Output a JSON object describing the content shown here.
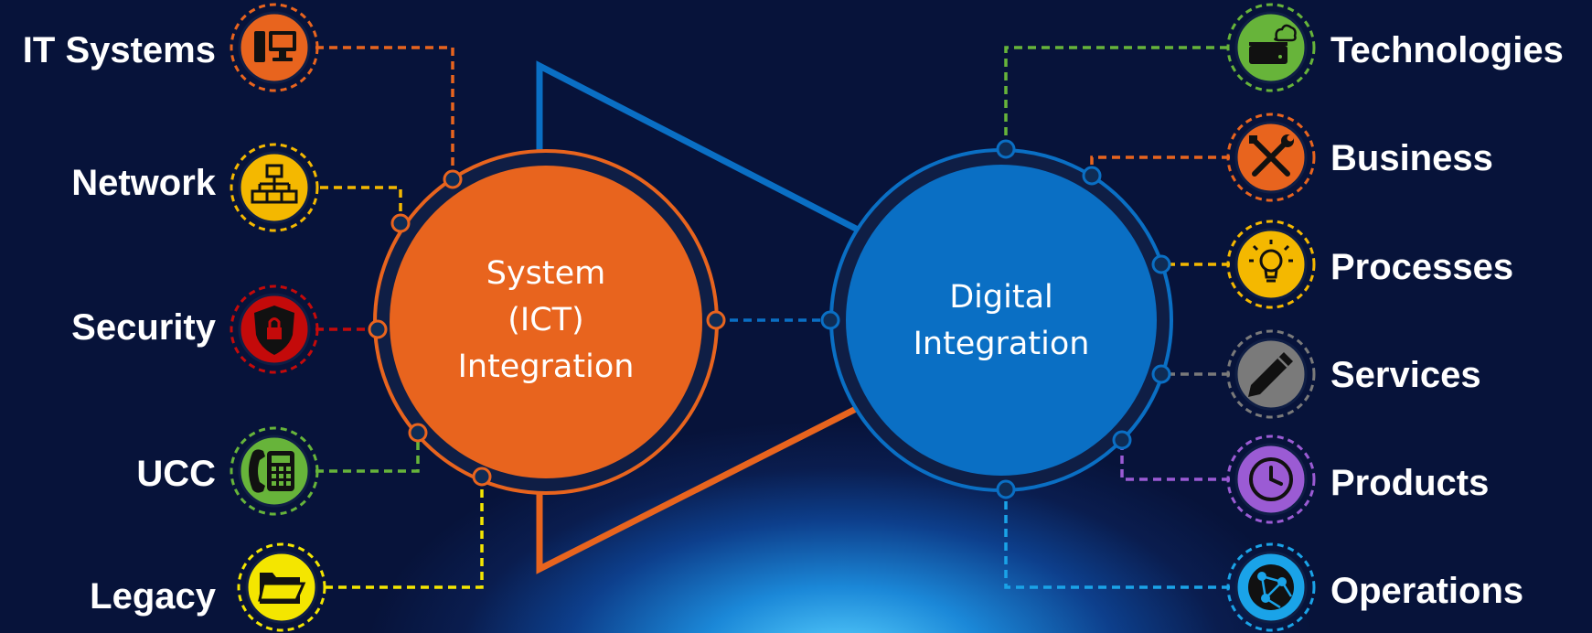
{
  "diagram": {
    "left_hub": {
      "line1": "System",
      "line2": "(ICT)",
      "line3": "Integration",
      "color": "#e8641e"
    },
    "right_hub": {
      "line1": "Digital",
      "line2": "Integration",
      "color": "#0a6fc4"
    },
    "left_items": [
      {
        "label": "IT Systems",
        "icon": "computer-icon",
        "color": "#e8641e"
      },
      {
        "label": "Network",
        "icon": "network-icon",
        "color": "#f4b800"
      },
      {
        "label": "Security",
        "icon": "shield-lock-icon",
        "color": "#c40a0a"
      },
      {
        "label": "UCC",
        "icon": "phone-icon",
        "color": "#67b43a"
      },
      {
        "label": "Legacy",
        "icon": "folder-icon",
        "color": "#f4e600"
      }
    ],
    "right_items": [
      {
        "label": "Technologies",
        "icon": "cloud-server-icon",
        "color": "#67b43a"
      },
      {
        "label": "Business",
        "icon": "tools-icon",
        "color": "#e8641e"
      },
      {
        "label": "Processes",
        "icon": "lightbulb-icon",
        "color": "#f4b800"
      },
      {
        "label": "Services",
        "icon": "pencil-icon",
        "color": "#7a7a7a"
      },
      {
        "label": "Products",
        "icon": "clock-icon",
        "color": "#9b5bd4"
      },
      {
        "label": "Operations",
        "icon": "globe-network-icon",
        "color": "#1aa3e8"
      }
    ]
  }
}
